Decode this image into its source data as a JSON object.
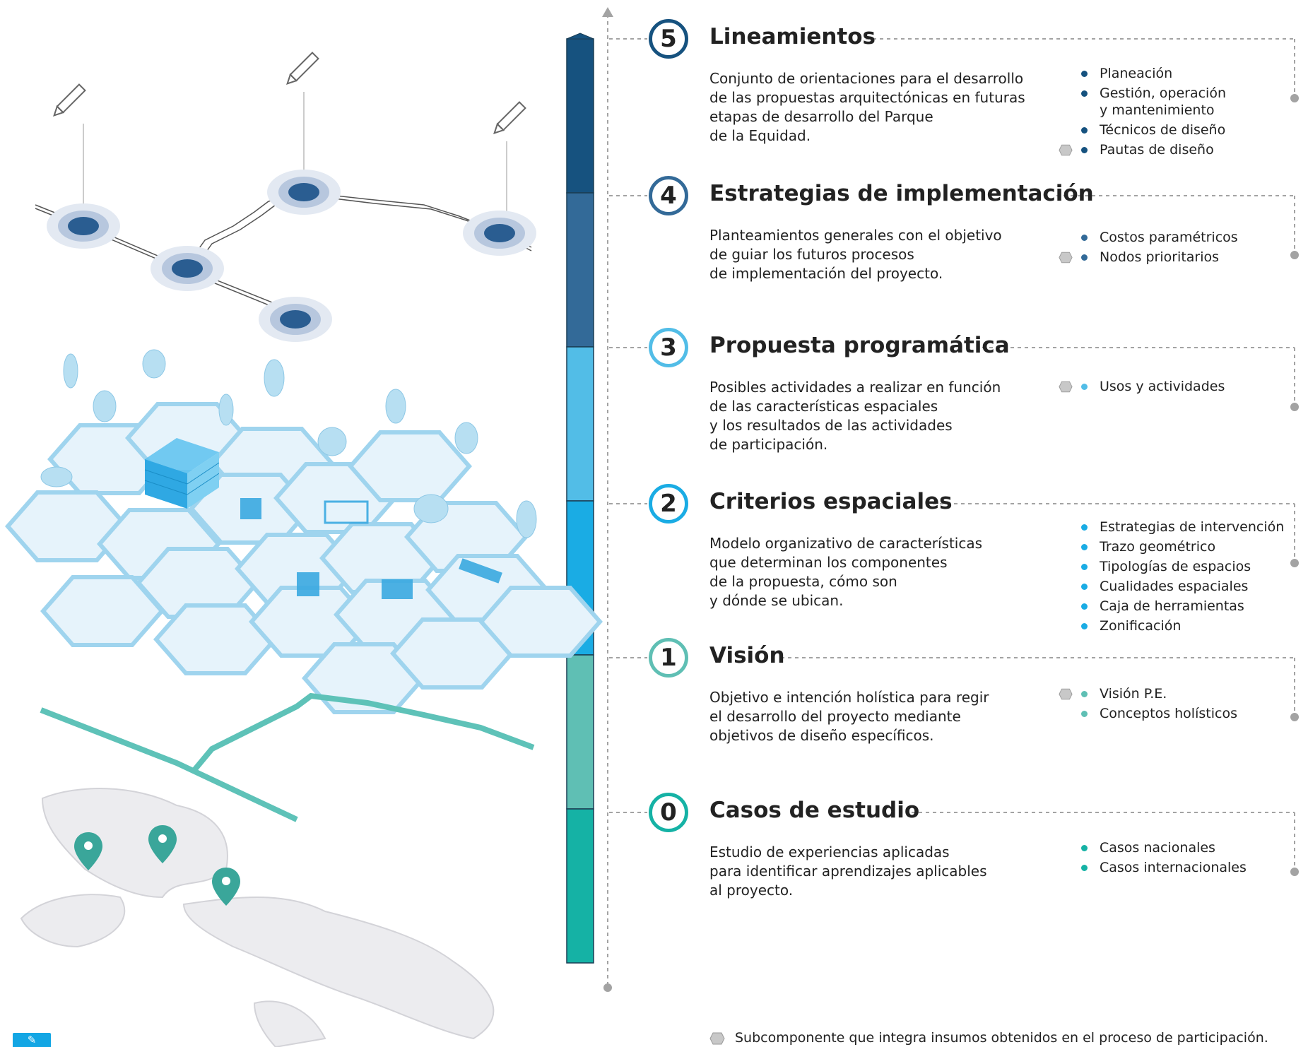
{
  "colors": {
    "stage5": "#16527f",
    "stage4": "#336a98",
    "stage3": "#52bde7",
    "stage2": "#1aace4",
    "stage1": "#5fbfb4",
    "stage0": "#15b2a5",
    "hex_fill": "#e6f3fb",
    "hex_edge": "#9fd4ee",
    "map_fill": "#ececef",
    "path_teal": "#5ec2b8",
    "node_blue": "#2a5d91",
    "guide_gray": "#a3a3a3"
  },
  "stages": [
    {
      "number": "5",
      "title": "Lineamientos",
      "description": "Conjunto de orientaciones para el desarrollo\nde las propuestas arquitectónicas en futuras\netapas de desarrollo del Parque\nde la Equidad.",
      "bullets": [
        {
          "text": "Planeación",
          "participation": false
        },
        {
          "text": "Gestión, operación\ny mantenimiento",
          "participation": false
        },
        {
          "text": "Técnicos de diseño",
          "participation": false
        },
        {
          "text": "Pautas de diseño",
          "participation": true
        }
      ]
    },
    {
      "number": "4",
      "title": "Estrategias de implementación",
      "description": "Planteamientos generales con el objetivo\nde guiar los futuros procesos\nde implementación del proyecto.",
      "bullets": [
        {
          "text": "Costos paramétricos",
          "participation": false
        },
        {
          "text": "Nodos prioritarios",
          "participation": true
        }
      ]
    },
    {
      "number": "3",
      "title": "Propuesta programática",
      "description": "Posibles actividades a realizar en función\nde las características espaciales\ny los resultados de las actividades\nde participación.",
      "bullets": [
        {
          "text": "Usos y actividades",
          "participation": true
        }
      ]
    },
    {
      "number": "2",
      "title": "Criterios espaciales",
      "description": "Modelo organizativo de características\nque determinan los componentes\nde la propuesta, cómo son\ny dónde se ubican.",
      "bullets": [
        {
          "text": "Estrategias de intervención",
          "participation": false
        },
        {
          "text": "Trazo geométrico",
          "participation": false
        },
        {
          "text": "Tipologías de espacios",
          "participation": false
        },
        {
          "text": "Cualidades espaciales",
          "participation": false
        },
        {
          "text": "Caja de herramientas",
          "participation": false
        },
        {
          "text": "Zonificación",
          "participation": false
        }
      ]
    },
    {
      "number": "1",
      "title": "Visión",
      "description": "Objetivo e intención holística para regir\nel desarrollo del proyecto mediante\nobjetivos de diseño específicos.",
      "bullets": [
        {
          "text": "Visión P.E.",
          "participation": true
        },
        {
          "text": "Conceptos holísticos",
          "participation": false
        }
      ]
    },
    {
      "number": "0",
      "title": "Casos de estudio",
      "description": "Estudio de experiencias aplicadas\npara identificar aprendizajes aplicables\nal proyecto.",
      "bullets": [
        {
          "text": "Casos nacionales",
          "participation": false
        },
        {
          "text": "Casos internacionales",
          "participation": false
        }
      ]
    }
  ],
  "footnote": "Subcomponente que integra insumos obtenidos en el proceso de participación."
}
